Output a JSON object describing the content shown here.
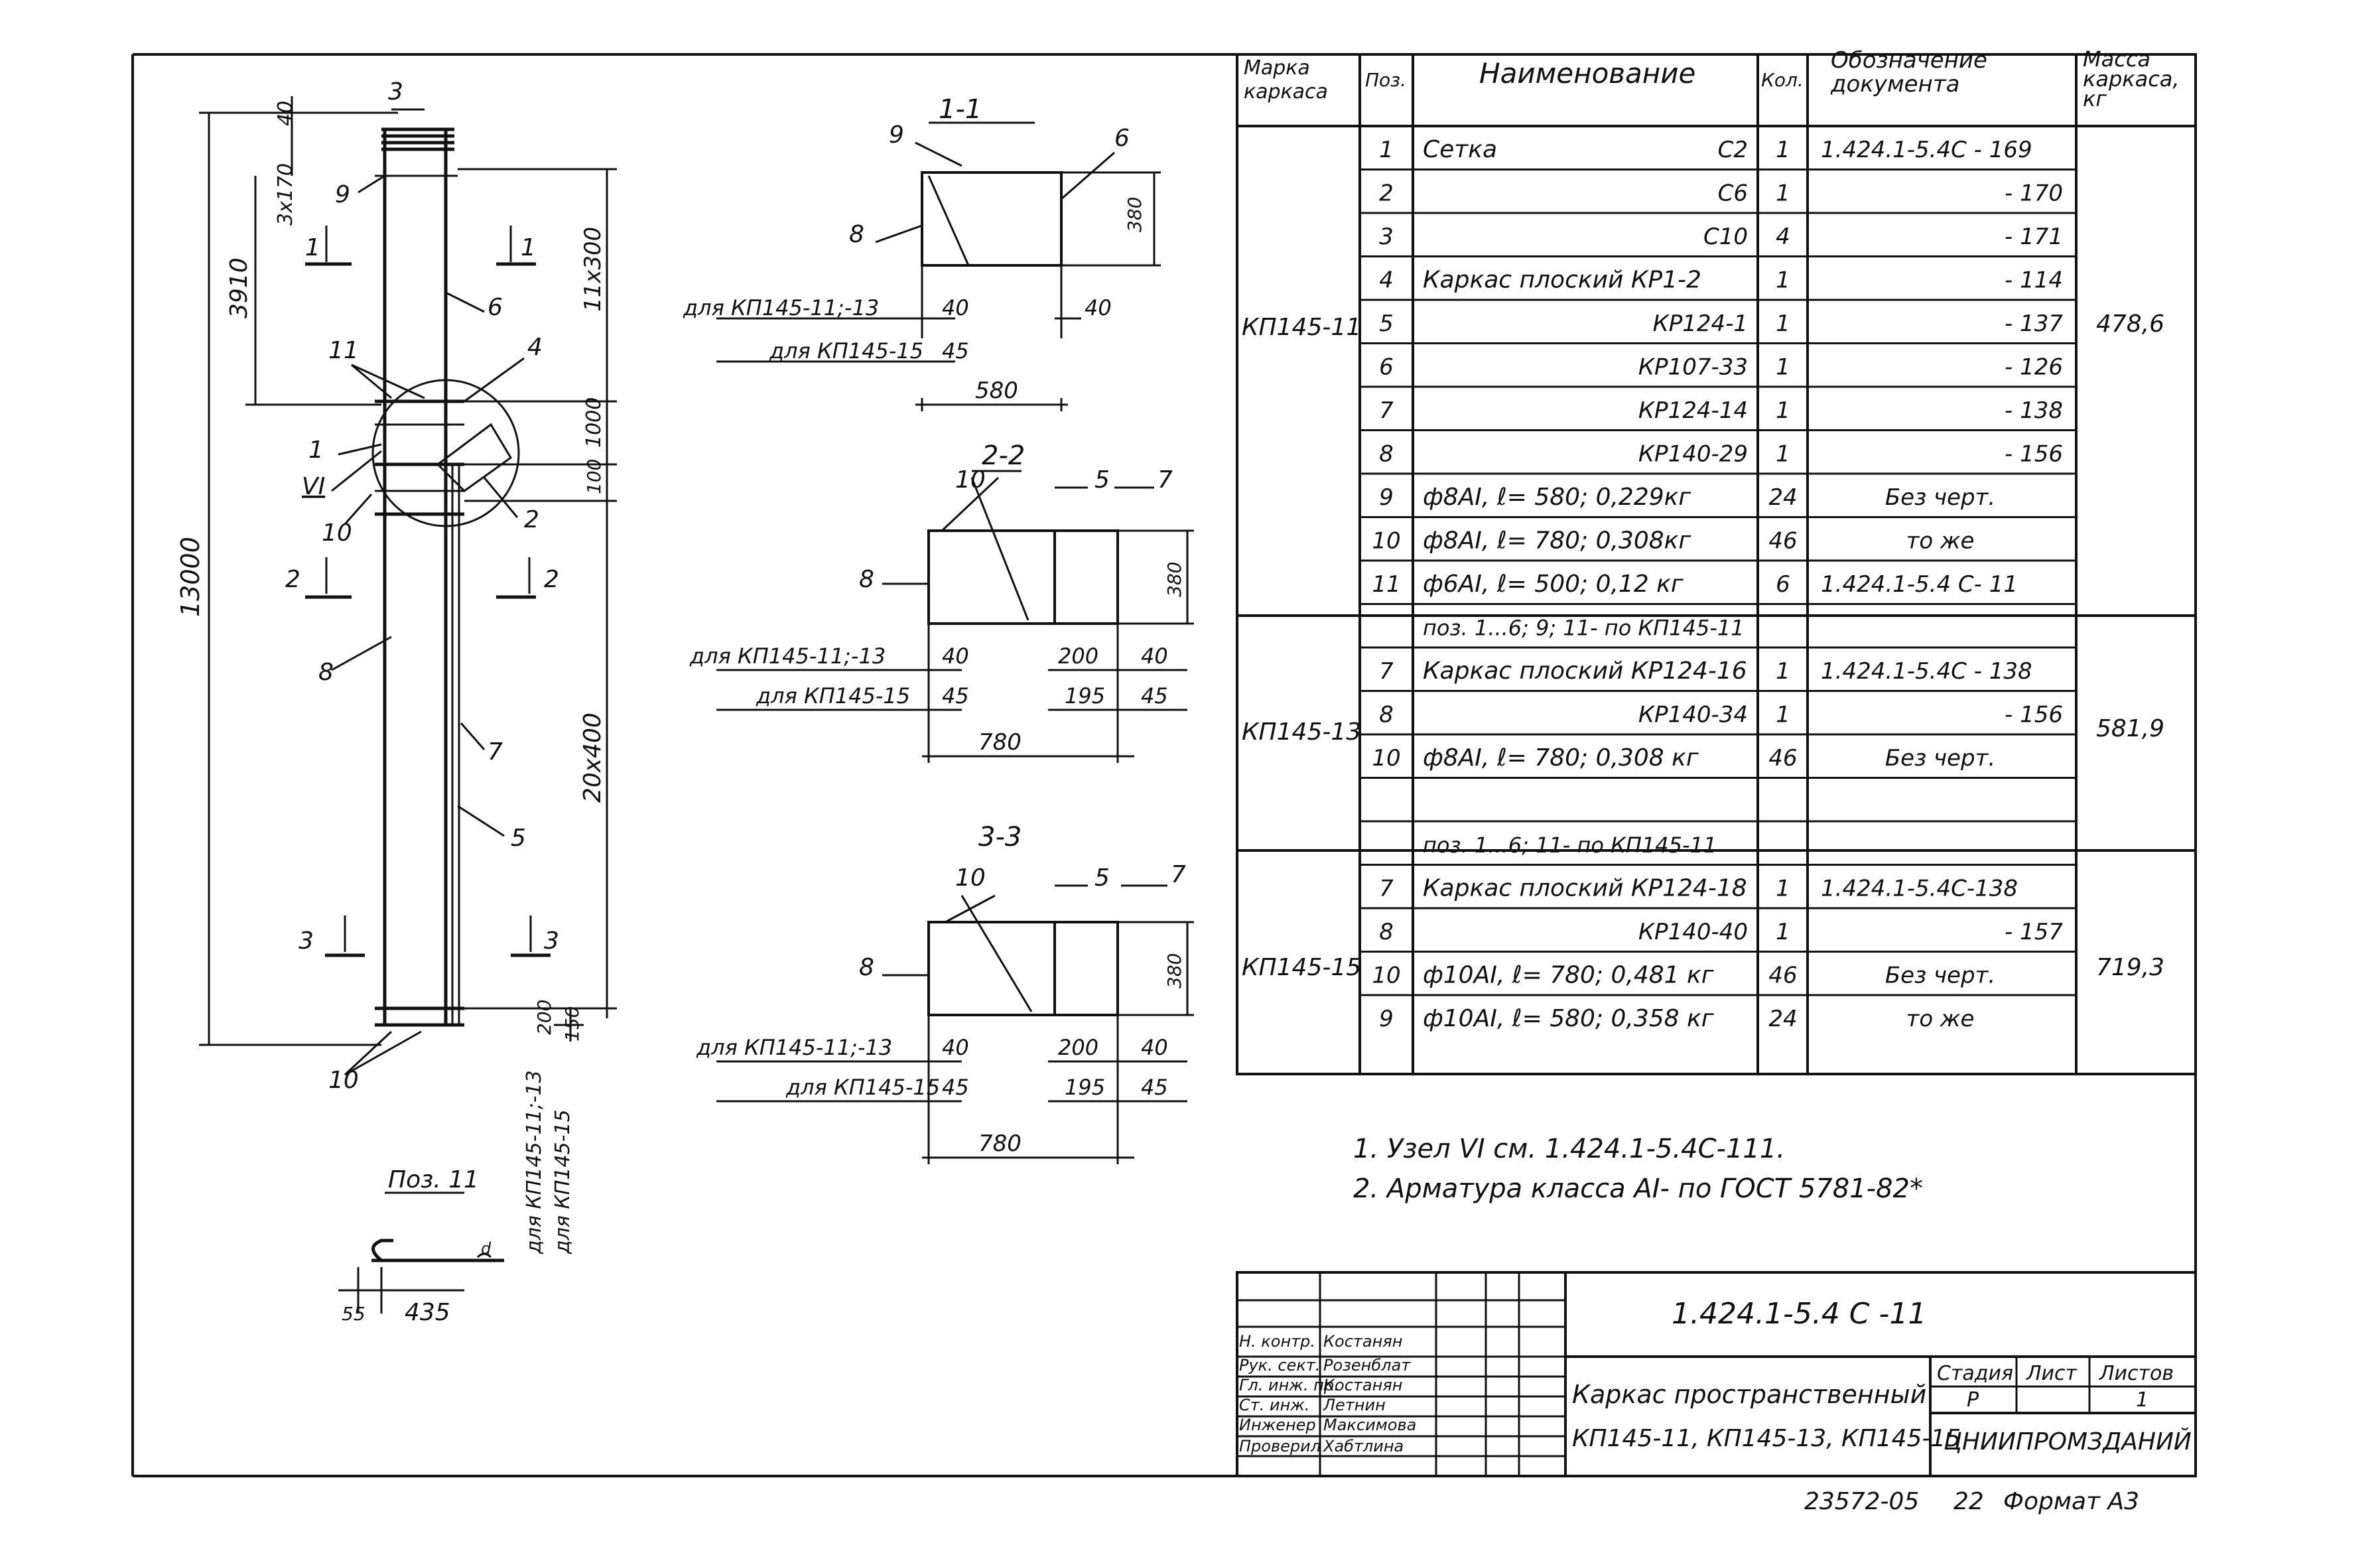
{
  "drawing": {
    "elevation": {
      "total_height": "13000",
      "dim_top": "3910",
      "dim_40": "40",
      "dim_3x170": "3х170",
      "dim_11x300": "11х300",
      "dim_1000": "1000",
      "dim_100": "100",
      "dim_20x400": "20х400",
      "dim_200": "200",
      "dim_150": "150",
      "note_kp13": "для КП145-11;-13",
      "note_kp15": "для КП145-15"
    },
    "callouts": [
      "3",
      "9",
      "1",
      "6",
      "11",
      "4",
      "1",
      "VI",
      "2",
      "10",
      "8",
      "7",
      "5",
      "10"
    ],
    "cuts": [
      "1",
      "1",
      "2",
      "2",
      "3",
      "3"
    ],
    "pos11": {
      "title": "Поз. 11",
      "dim_55": "55",
      "dim_435": "435",
      "dim_d": "d"
    },
    "section11": {
      "title": "1-1",
      "c9": "9",
      "c6": "6",
      "c8": "8",
      "dim_380": "380",
      "dim_40a": "40",
      "dim_40b": "40",
      "dim_45": "45",
      "dim_580": "580",
      "note_a": "для КП145-11;-13",
      "note_b": "для КП145-15"
    },
    "section22": {
      "title": "2-2",
      "c10": "10",
      "c5": "5",
      "c7": "7",
      "c8": "8",
      "dim_380": "380",
      "dim_40a": "40",
      "dim_200": "200",
      "dim_40b": "40",
      "dim_45a": "45",
      "dim_195": "195",
      "dim_45b": "45",
      "dim_780": "780",
      "note_a": "для КП145-11;-13",
      "note_b": "для КП145-15"
    },
    "section33": {
      "title": "3-3",
      "c10": "10",
      "c5": "5",
      "c7": "7",
      "c8": "8",
      "dim_380": "380",
      "dim_40a": "40",
      "dim_200": "200",
      "dim_40b": "40",
      "dim_45a": "45",
      "dim_195": "195",
      "dim_45b": "45",
      "dim_780": "780",
      "note_a": "для КП145-11;-13",
      "note_b": "для КП145-15"
    }
  },
  "spec": {
    "headers": {
      "marka": "Марка каркаса",
      "poz": "Поз.",
      "name": "Наименование",
      "qty": "Кол.",
      "doc": "Обозначение документа",
      "mass": "Масса каркаса, кг"
    },
    "rows": [
      {
        "poz": "1",
        "name": "Сетка",
        "name2": "С2",
        "qty": "1",
        "doc": "1.424.1-5.4С - 169"
      },
      {
        "poz": "2",
        "name": "",
        "name2": "С6",
        "qty": "1",
        "doc": "- 170"
      },
      {
        "poz": "3",
        "name": "",
        "name2": "С10",
        "qty": "4",
        "doc": "- 171"
      },
      {
        "poz": "4",
        "name": "Каркас плоский КР1-2",
        "name2": "",
        "qty": "1",
        "doc": "- 114"
      },
      {
        "poz": "5",
        "name": "",
        "name2": "КР124-1",
        "qty": "1",
        "doc": "- 137"
      },
      {
        "poz": "6",
        "name": "",
        "name2": "КР107-33",
        "qty": "1",
        "doc": "- 126"
      },
      {
        "poz": "7",
        "name": "",
        "name2": "КР124-14",
        "qty": "1",
        "doc": "- 138"
      },
      {
        "poz": "8",
        "name": "",
        "name2": "КР140-29",
        "qty": "1",
        "doc": "- 156"
      },
      {
        "poz": "9",
        "name": "ф8АI, ℓ= 580; 0,229кг",
        "name2": "",
        "qty": "24",
        "doc": "Без черт."
      },
      {
        "poz": "10",
        "name": "ф8АI, ℓ= 780; 0,308кг",
        "name2": "",
        "qty": "46",
        "doc": "то же"
      },
      {
        "poz": "11",
        "name": "ф6АI, ℓ= 500; 0,12 кг",
        "name2": "",
        "qty": "6",
        "doc": "1.424.1-5.4 С- 11"
      },
      {
        "poz": "",
        "name": "поз. 1...6; 9; 11- по КП145-11",
        "name2": "",
        "qty": "",
        "doc": ""
      },
      {
        "poz": "7",
        "name": "Каркас плоский КР124-16",
        "name2": "",
        "qty": "1",
        "doc": "1.424.1-5.4С - 138"
      },
      {
        "poz": "8",
        "name": "",
        "name2": "КР140-34",
        "qty": "1",
        "doc": "- 156"
      },
      {
        "poz": "10",
        "name": "ф8АI, ℓ= 780; 0,308 кг",
        "name2": "",
        "qty": "46",
        "doc": "Без черт."
      },
      {
        "poz": "",
        "name": "",
        "name2": "",
        "qty": "",
        "doc": ""
      },
      {
        "poz": "",
        "name": "поз. 1...6; 11- по КП145-11",
        "name2": "",
        "qty": "",
        "doc": ""
      },
      {
        "poz": "7",
        "name": "Каркас плоский КР124-18",
        "name2": "",
        "qty": "1",
        "doc": "1.424.1-5.4С-138"
      },
      {
        "poz": "8",
        "name": "",
        "name2": "КР140-40",
        "qty": "1",
        "doc": "- 157"
      },
      {
        "poz": "10",
        "name": "ф10АI, ℓ= 780; 0,481 кг",
        "name2": "",
        "qty": "46",
        "doc": "Без черт."
      },
      {
        "poz": "9",
        "name": "ф10АI, ℓ= 580; 0,358 кг",
        "name2": "",
        "qty": "24",
        "doc": "то же"
      }
    ],
    "groups": [
      {
        "marka": "КП145-11",
        "mass": "478,6"
      },
      {
        "marka": "КП145-13",
        "mass": "581,9"
      },
      {
        "marka": "КП145-15",
        "mass": "719,3"
      }
    ]
  },
  "notes": [
    "1. Узел VI  см. 1.424.1-5.4С-111.",
    "2. Арматура класса АI- по ГОСТ 5781-82*"
  ],
  "title_block": {
    "code": "1.424.1-5.4 С -11",
    "name_line1": "Каркас пространственный",
    "name_line2": "КП145-11, КП145-13, КП145-15",
    "stage_label": "Стадия",
    "sheet_label": "Лист",
    "sheets_label": "Листов",
    "stage": "Р",
    "sheet": "",
    "sheets": "1",
    "org": "ЦНИИПРОМЗДАНИЙ",
    "roles": [
      "Н. контр.",
      "Рук. сект.",
      "Гл. инж. пр.",
      "Ст. инж.",
      "Инженер",
      "Проверил"
    ],
    "names": [
      "Костанян",
      "Розенблат",
      "Костанян",
      "Летнин",
      "Максимова",
      "Хабтлина"
    ]
  },
  "footer": {
    "number": "23572-05",
    "page": "22",
    "format": "Формат А3"
  }
}
